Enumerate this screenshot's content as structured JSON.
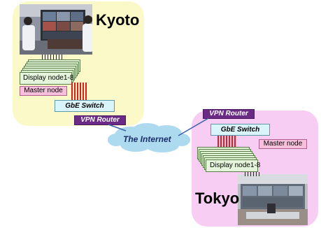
{
  "sites": {
    "kyoto": {
      "name": "Kyoto",
      "display_nodes_label": "Display node1-8",
      "master_label": "Master node",
      "switch_label": "GbE Switch",
      "router_label": "VPN Router"
    },
    "tokyo": {
      "name": "Tokyo",
      "display_nodes_label": "Display node1-8",
      "master_label": "Master node",
      "switch_label": "GbE Switch",
      "router_label": "VPN Router"
    }
  },
  "network": {
    "internet_label": "The Internet"
  },
  "colors": {
    "kyoto_background": "#fcf9c8",
    "tokyo_background": "#f8cdf3",
    "router": "#6a2a86",
    "switch": "#d9f4fa",
    "master_node": "#f6c0dd",
    "display_node": "#e0f3d3",
    "cable_red": "#e11b1b",
    "cloud": "#aedaf0",
    "link_line": "#3a5fa8"
  }
}
